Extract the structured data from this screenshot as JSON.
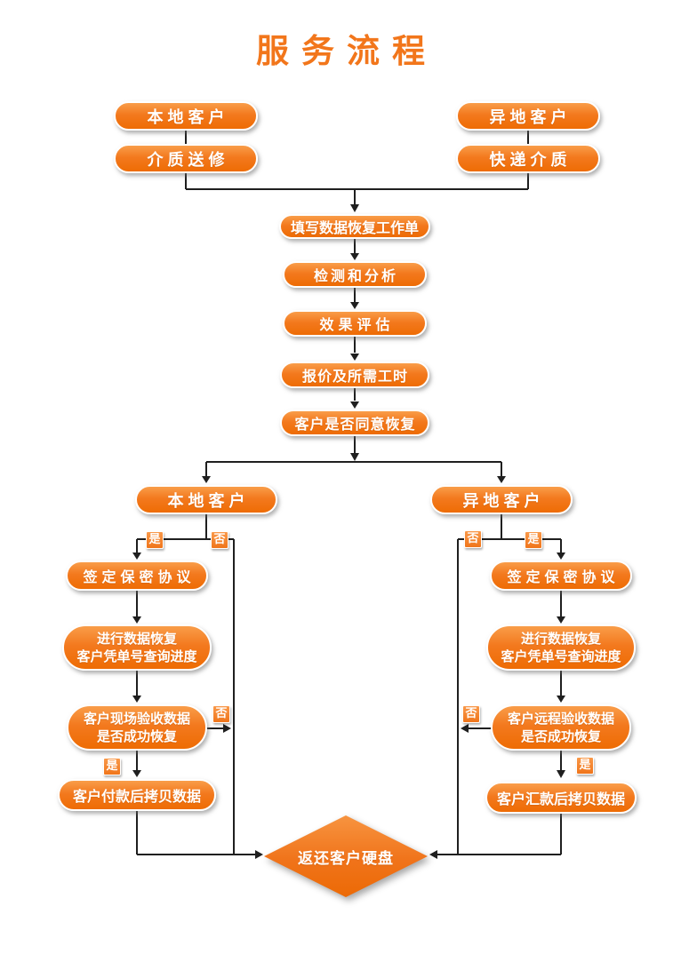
{
  "title": "服务流程",
  "colors": {
    "accent_orange": "#f2761b",
    "box_gradient_top": "#f99d49",
    "box_gradient_bottom": "#ee6c04",
    "connector_line": "#1f1f1f",
    "node_text": "#ffffff",
    "background": "#ffffff"
  },
  "labels": {
    "yes": "是",
    "no": "否"
  },
  "nodes": {
    "local_customer_top": "本地客户",
    "media_send_repair": "介质送修",
    "remote_customer_top": "异地客户",
    "express_media": "快递介质",
    "fill_worksheet": "填写数据恢复工作单",
    "detect_analyze": "检测和分析",
    "effect_evaluate": "效果评估",
    "quote_work_hours": "报价及所需工时",
    "customer_agree": "客户是否同意恢复",
    "local_customer_branch": "本地客户",
    "remote_customer_branch": "异地客户",
    "sign_nda": "签定保密协议",
    "do_recovery_line1": "进行数据恢复",
    "do_recovery_line2": "客户凭单号查询进度",
    "onsite_verify_line1": "客户现场验收数据",
    "onsite_verify_line2": "是否成功恢复",
    "remote_verify_line1": "客户远程验收数据",
    "remote_verify_line2": "是否成功恢复",
    "pay_then_copy": "客户付款后拷贝数据",
    "remit_then_copy": "客户汇款后拷贝数据",
    "return_disk": "返还客户硬盘"
  }
}
